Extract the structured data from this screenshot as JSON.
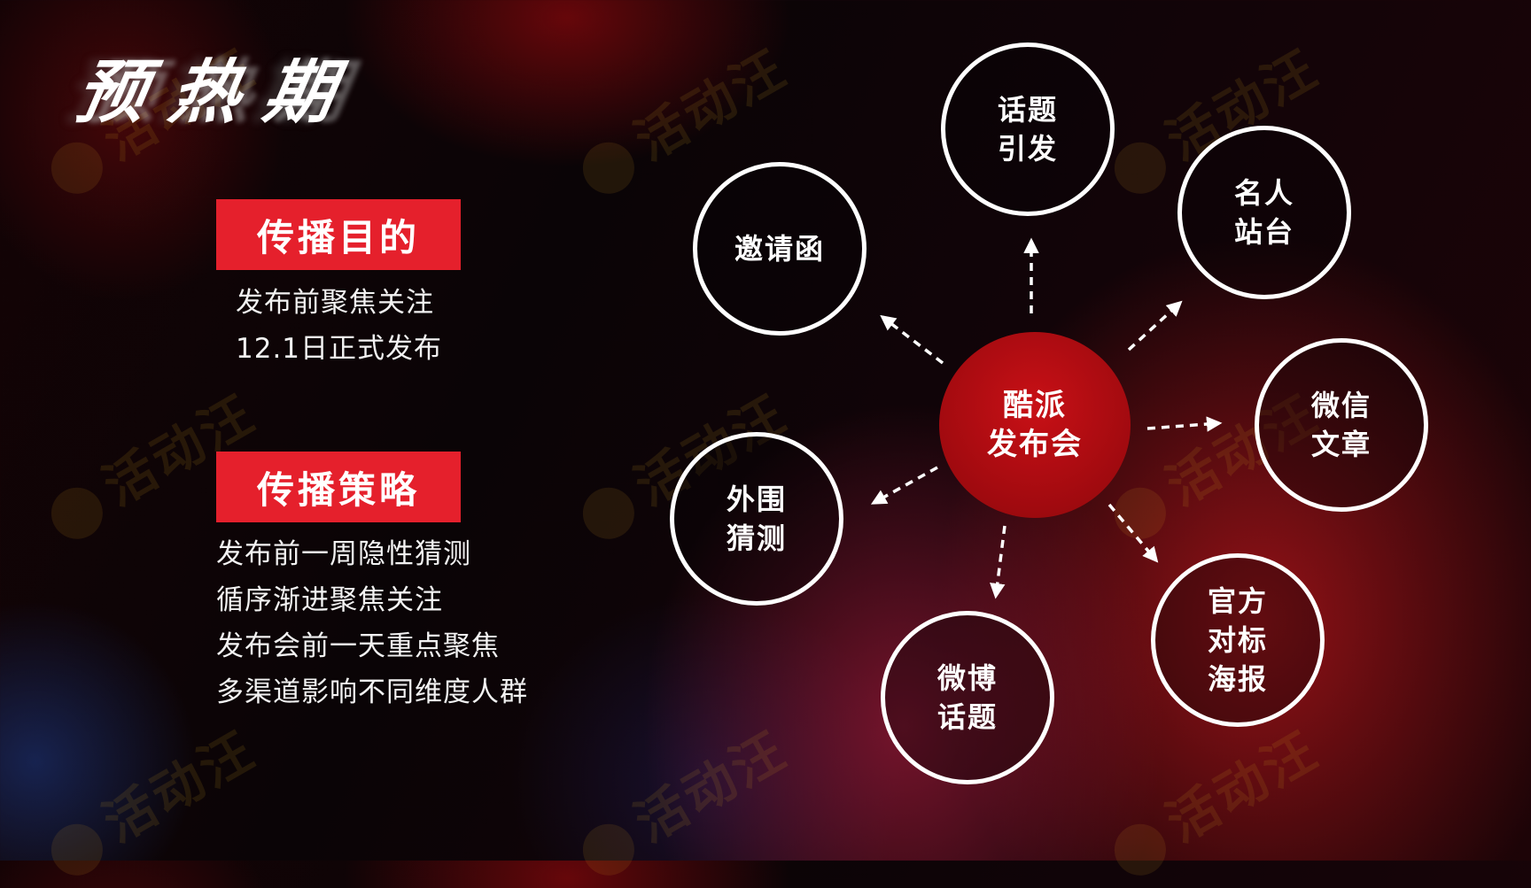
{
  "title": "预热期",
  "watermark": "活动汪",
  "sections": {
    "purpose": {
      "label": "传播目的",
      "lines": [
        "发布前聚焦关注",
        "12.1日正式发布"
      ]
    },
    "strategy": {
      "label": "传播策略",
      "lines": [
        "发布前一周隐性猜测",
        "循序渐进聚焦关注",
        "发布会前一天重点聚焦",
        "多渠道影响不同维度人群"
      ]
    }
  },
  "diagram": {
    "center": "酷派\n发布会",
    "nodes": [
      {
        "id": "topic",
        "label": "话题\n引发"
      },
      {
        "id": "celebrity",
        "label": "名人\n站台"
      },
      {
        "id": "wechat",
        "label": "微信\n文章"
      },
      {
        "id": "poster",
        "label": "官方\n对标\n海报"
      },
      {
        "id": "weibo",
        "label": "微博\n话题"
      },
      {
        "id": "guess",
        "label": "外围\n猜测"
      },
      {
        "id": "invite",
        "label": "邀请函"
      }
    ]
  },
  "colors": {
    "accent_red": "#e5202c",
    "center_red": "#c81016",
    "text": "#ffffff"
  }
}
